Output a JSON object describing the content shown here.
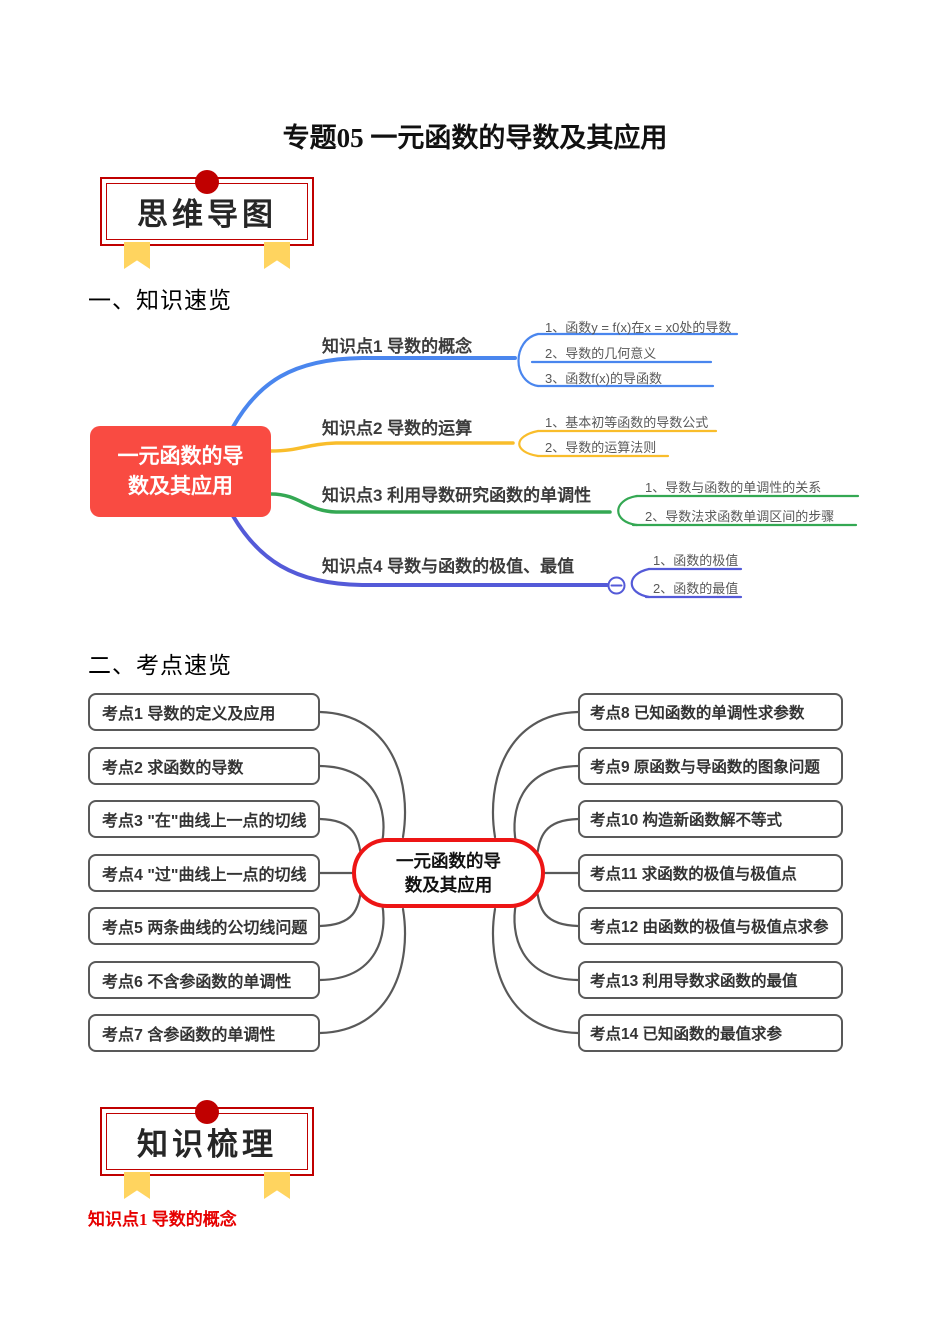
{
  "page": {
    "title": "专题05 一元函数的导数及其应用"
  },
  "badges": {
    "mindmap": "思维导图",
    "knowledge": "知识梳理"
  },
  "headings": {
    "section1": "一、知识速览",
    "section2": "二、考点速览",
    "footer": "知识点1 导数的概念"
  },
  "colors": {
    "badge_red": "#c00000",
    "ribbon_yellow": "#ffd45f",
    "center_node_red": "#f94b42",
    "pill_border_red": "#ed1515",
    "connector_gray": "#595959",
    "footer_red": "#e60000"
  },
  "mindmap1": {
    "center": {
      "line1": "一元函数的导",
      "line2": "数及其应用"
    },
    "branches": [
      {
        "label": "知识点1  导数的概念",
        "color": "#4a86ee",
        "items": [
          "1、函数y = f(x)在x = x0处的导数",
          "2、导数的几何意义",
          "3、函数f(x)的导函数"
        ]
      },
      {
        "label": "知识点2  导数的运算",
        "color": "#f9bd2b",
        "items": [
          "1、基本初等函数的导数公式",
          "2、导数的运算法则"
        ]
      },
      {
        "label": "知识点3  利用导数研究函数的单调性",
        "color": "#34a853",
        "items": [
          "1、导数与函数的单调性的关系",
          "2、导数法求函数单调区间的步骤"
        ]
      },
      {
        "label": "知识点4  导数与函数的极值、最值",
        "color": "#545ad8",
        "items": [
          "1、函数的极值",
          "2、函数的最值"
        ]
      }
    ]
  },
  "mindmap2": {
    "center": {
      "line1": "一元函数的导",
      "line2": "数及其应用"
    },
    "left_nodes": [
      "考点1  导数的定义及应用",
      "考点2  求函数的导数",
      "考点3  \"在\"曲线上一点的切线",
      "考点4  \"过\"曲线上一点的切线",
      "考点5  两条曲线的公切线问题",
      "考点6  不含参函数的单调性",
      "考点7  含参函数的单调性"
    ],
    "right_nodes": [
      "考点8  已知函数的单调性求参数",
      "考点9  原函数与导函数的图象问题",
      "考点10  构造新函数解不等式",
      "考点11 求函数的极值与极值点",
      "考点12 由函数的极值与极值点求参",
      "考点13 利用导数求函数的最值",
      "考点14  已知函数的最值求参"
    ]
  }
}
